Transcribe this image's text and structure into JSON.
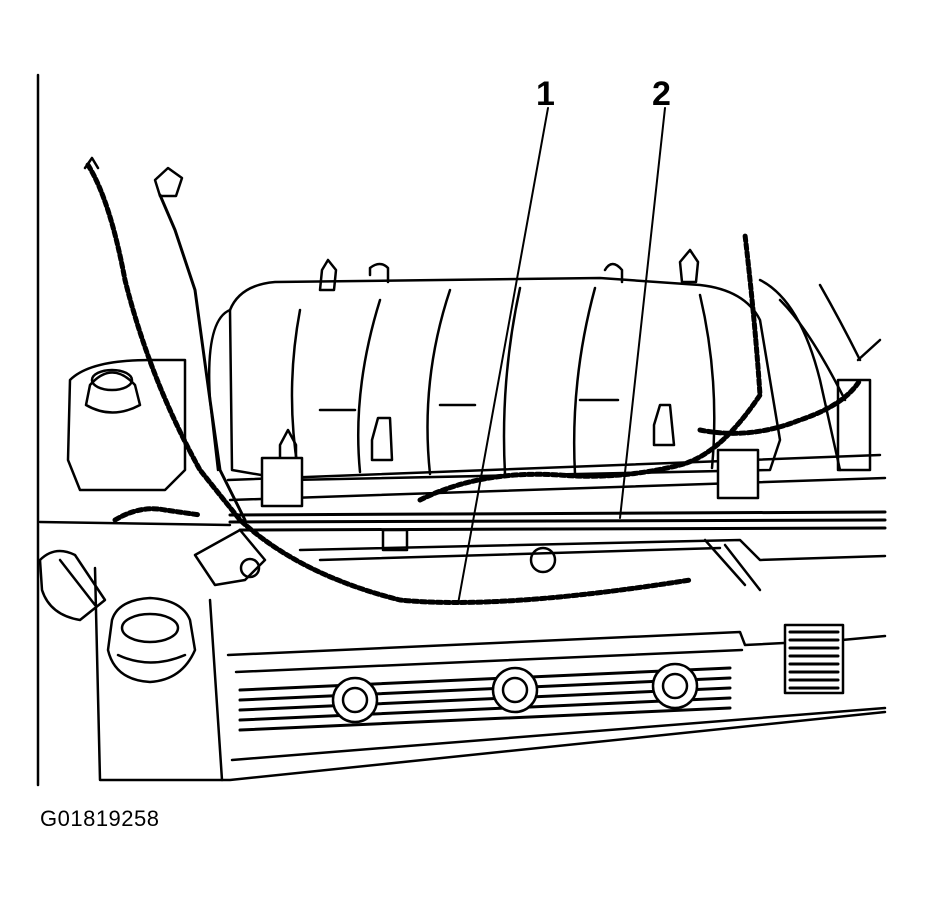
{
  "callouts": [
    {
      "label": "1"
    },
    {
      "label": "2"
    }
  ],
  "figure_id": "G01819258",
  "colors": {
    "ink": "#000000",
    "paper": "#ffffff"
  }
}
